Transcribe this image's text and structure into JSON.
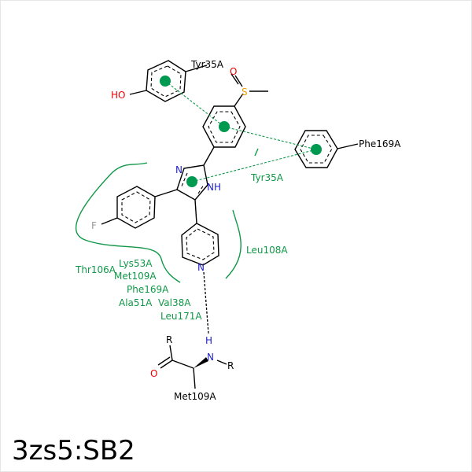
{
  "title": "3zs5:SB2",
  "ligand_atoms": {
    "hydroxyl": "HO",
    "sulfur": "S",
    "sulfoxide_oxygen": "O",
    "imidazole_n": "N",
    "imidazole_nh": "NH",
    "fluorine": "F",
    "pyridine_n": "N"
  },
  "residue_atoms": {
    "h": "H",
    "n": "N",
    "r1": "R",
    "r2": "R",
    "o": "O"
  },
  "pi_stacking_labels": {
    "tyr": "Tyr35A",
    "phe": "Phe169A"
  },
  "hydrophobic_labels": [
    "Tyr35A",
    "Leu108A",
    "Thr106A",
    "Lys53A",
    "Met109A",
    "Phe169A",
    "Ala51A",
    "Val38A",
    "Leu171A"
  ],
  "hbond_residue": "Met109A",
  "colors": {
    "interaction": "#109848",
    "oxygen": "#e00000",
    "nitrogen": "#2222cc",
    "sulfur": "#e8a000",
    "fluorine": "#999999"
  }
}
